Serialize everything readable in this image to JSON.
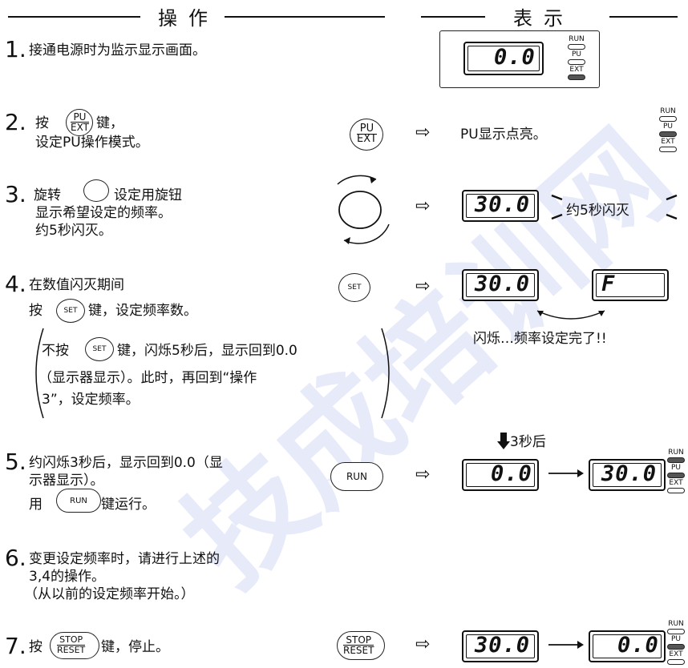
{
  "headers": {
    "operation": "操作",
    "display": "表示"
  },
  "lamps": {
    "run": "RUN",
    "pu": "PU",
    "ext": "EXT"
  },
  "keys": {
    "pu_top": "PU",
    "pu_bottom": "EXT",
    "set": "SET",
    "run": "RUN",
    "stop_top": "STOP",
    "stop_bottom": "RESET"
  },
  "watermark": "技成培训网",
  "steps": [
    {
      "num": "1.",
      "lines": [
        "接通电源时为监示显示画面。"
      ],
      "display": "0.0"
    },
    {
      "num": "2.",
      "line1_pre": "按",
      "line1_post": "键，",
      "line2": "设定PU操作模式。",
      "result": "PU显示点亮。"
    },
    {
      "num": "3.",
      "line1_pre": "旋转",
      "line1_post": "设定用旋钮",
      "line2": "显示希望设定的频率。",
      "line3": "约5秒闪灭。",
      "display": "30.0",
      "result": "约5秒闪灭"
    },
    {
      "num": "4.",
      "line1": "在数值闪灭期间",
      "line2_pre": "按",
      "line2_post": "键，设定频率数。",
      "note_pre": "不按",
      "note_post": "键，闪烁5秒后，显示回到0.0",
      "note2": "（显示器显示）。此时，再回到“操作",
      "note3": "3”，设定频率。",
      "display1": "30.0",
      "display2": "F",
      "result": "闪烁…频率设定完了!!"
    },
    {
      "num": "5.",
      "line1": "约闪烁3秒后，显示回到0.0（显",
      "line2": "示器显示）。",
      "line3_pre": "用",
      "line3_post": "键运行。",
      "after": "3秒后",
      "display1": "0.0",
      "display2": "30.0"
    },
    {
      "num": "6.",
      "line1": "变更设定频率时，请进行上述的",
      "line2": "3,4的操作。",
      "line3": "（从以前的设定频率开始。）"
    },
    {
      "num": "7.",
      "line1_pre": "按",
      "line1_post": "键，停止。",
      "display1": "30.0",
      "display2": "0.0"
    }
  ]
}
